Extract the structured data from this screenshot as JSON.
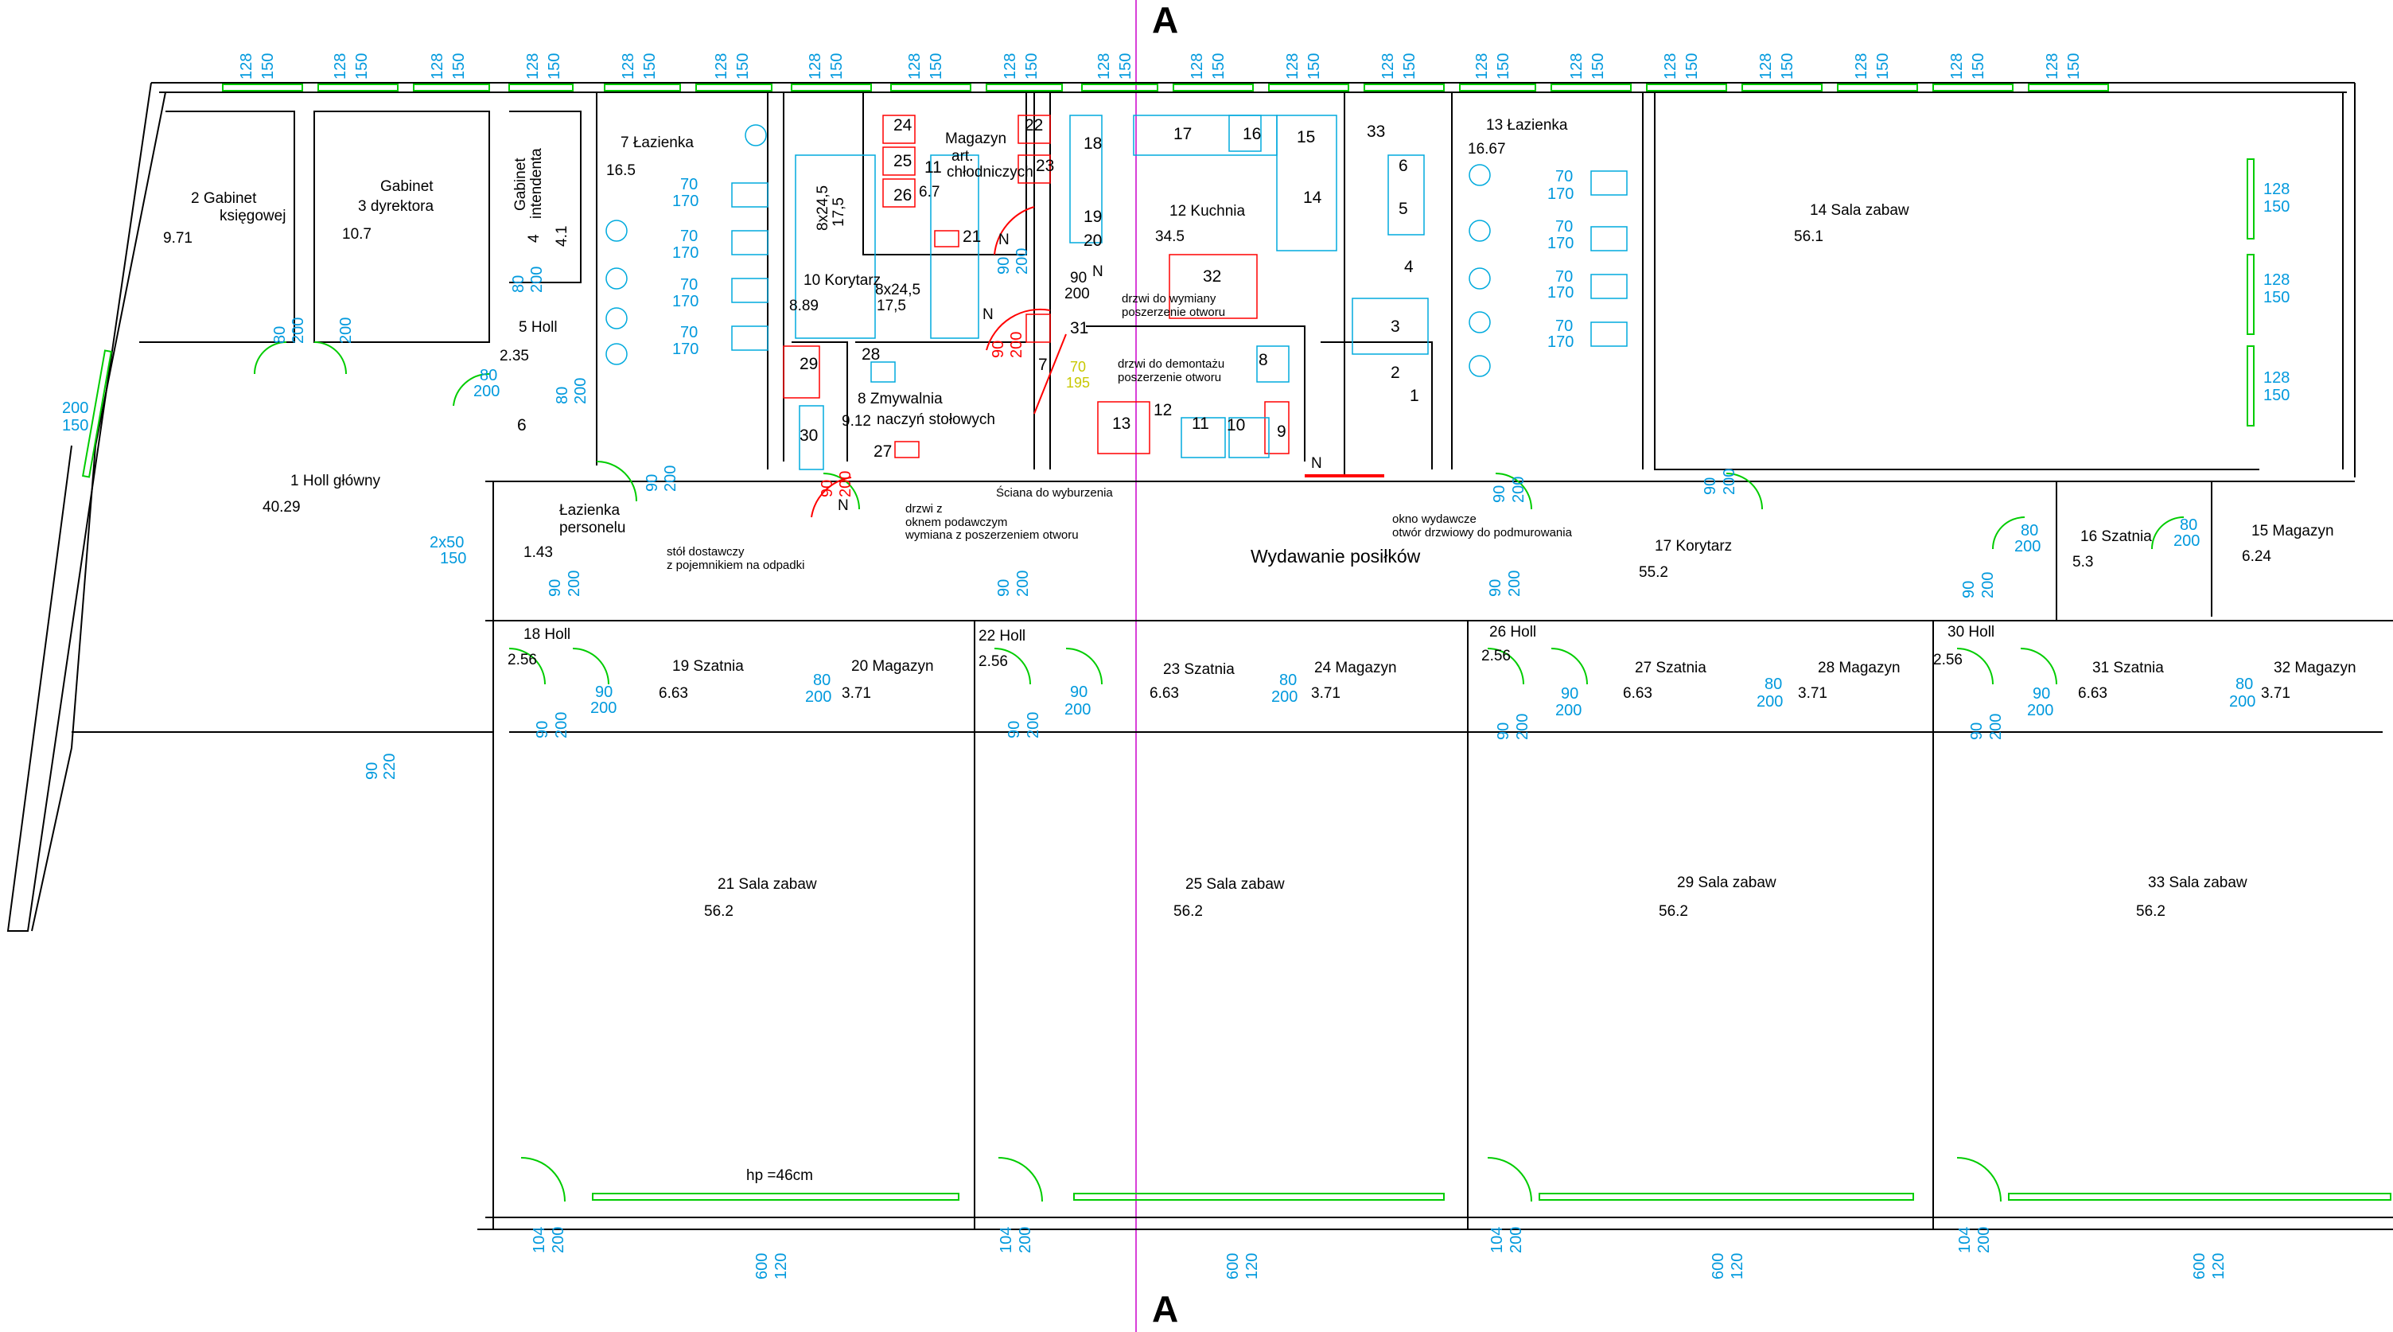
{
  "section_marker": "A",
  "rooms": [
    {
      "id": "1",
      "name": "Holl główny",
      "area": "40.29"
    },
    {
      "id": "2",
      "name": "Gabinet",
      "name2": "księgowej",
      "area": "9.71"
    },
    {
      "id": "3",
      "name": "Gabinet",
      "name2": "dyrektora",
      "area": "10.7"
    },
    {
      "id": "4",
      "name": "Gabinet",
      "name2": "intendenta",
      "area": "4.1"
    },
    {
      "id": "5",
      "name": "Holl",
      "area": "2.35"
    },
    {
      "id": "6",
      "name": "Łazienka",
      "name2": "personelu",
      "area": "1.43"
    },
    {
      "id": "7",
      "name": "Łazienka",
      "area": "16.5"
    },
    {
      "id": "8",
      "name": "Zmywalnia",
      "name2": "naczyń stołowych",
      "area": "9.12"
    },
    {
      "id": "10",
      "name": "Korytarz",
      "area": "8.89"
    },
    {
      "id": "11",
      "name": "Magazyn",
      "name2": "art.",
      "name3": "chłodniczych",
      "area": "6.7"
    },
    {
      "id": "12",
      "name": "Kuchnia",
      "area": "34.5"
    },
    {
      "id": "13",
      "name": "Łazienka",
      "area": "16.67"
    },
    {
      "id": "14",
      "name": "Sala zabaw",
      "area": "56.1"
    },
    {
      "id": "15",
      "name": "Magazyn",
      "area": "6.24"
    },
    {
      "id": "16",
      "name": "Szatnia",
      "area": "5.3"
    },
    {
      "id": "17",
      "name": "Korytarz",
      "area": "55.2"
    },
    {
      "id": "18",
      "name": "Holl",
      "area": "2.56"
    },
    {
      "id": "19",
      "name": "Szatnia",
      "area": "6.63"
    },
    {
      "id": "20",
      "name": "Magazyn",
      "area": "3.71"
    },
    {
      "id": "21",
      "name": "Sala zabaw",
      "area": "56.2"
    },
    {
      "id": "22",
      "name": "Holl",
      "area": "2.56"
    },
    {
      "id": "23",
      "name": "Szatnia",
      "area": "6.63"
    },
    {
      "id": "24",
      "name": "Magazyn",
      "area": "3.71"
    },
    {
      "id": "25",
      "name": "Sala zabaw",
      "area": "56.2"
    },
    {
      "id": "26",
      "name": "Holl",
      "area": "2.56"
    },
    {
      "id": "27",
      "name": "Szatnia",
      "area": "6.63"
    },
    {
      "id": "28",
      "name": "Magazyn",
      "area": "3.71"
    },
    {
      "id": "29",
      "name": "Sala zabaw",
      "area": "56.2"
    },
    {
      "id": "30",
      "name": "Holl",
      "area": "2.56"
    },
    {
      "id": "31",
      "name": "Szatnia",
      "area": "6.63"
    },
    {
      "id": "32",
      "name": "Magazyn",
      "area": "3.71"
    },
    {
      "id": "33",
      "name": "Sala zabaw",
      "area": "56.2"
    }
  ],
  "kitchen_items": [
    "17",
    "16",
    "15",
    "14",
    "33",
    "18",
    "19",
    "20",
    "21",
    "22",
    "23",
    "24",
    "25",
    "26",
    "29",
    "28",
    "30",
    "27",
    "31",
    "32",
    "13",
    "12",
    "11",
    "10",
    "9",
    "8",
    "7",
    "6",
    "5",
    "4",
    "3",
    "2",
    "1"
  ],
  "stair": {
    "dims": "8x24,5",
    "dims2": "17,5"
  },
  "notes": {
    "door_widen": "drzwi do wymiany",
    "door_widen2": "poszerzenie otworu",
    "door_demolish": "drzwi do demontażu",
    "door_demolish2": "poszerzenie otworu",
    "wall_demolish": "Ściana do wyburzenia",
    "door_window": "drzwi z",
    "door_window2": "oknem podawczym",
    "door_window3": "wymiana z poszerzeniem otworu",
    "serving_window": "okno wydawcze",
    "serving_window2": "otwór drzwiowy do podmurowania",
    "delivery_table": "stół dostawczy",
    "delivery_table2": "z pojemnikiem na odpadki",
    "serving": "Wydawanie posiłków",
    "hp": "hp =46cm",
    "north": "N"
  },
  "dims": {
    "w128": "128",
    "w150": "150",
    "w200": "200",
    "w80": "80",
    "w90": "90",
    "w70": "70",
    "w170": "170",
    "w104": "104",
    "w600": "600",
    "w120": "120",
    "w220": "220",
    "w2x50": "2x50",
    "w195": "195"
  },
  "colors": {
    "wall": "#000000",
    "window": "#00cc00",
    "dimension": "#0099dd",
    "fixture": "#00aadd",
    "equipment": "#ff0000",
    "section": "#cc00cc",
    "new": "#c8c800"
  }
}
